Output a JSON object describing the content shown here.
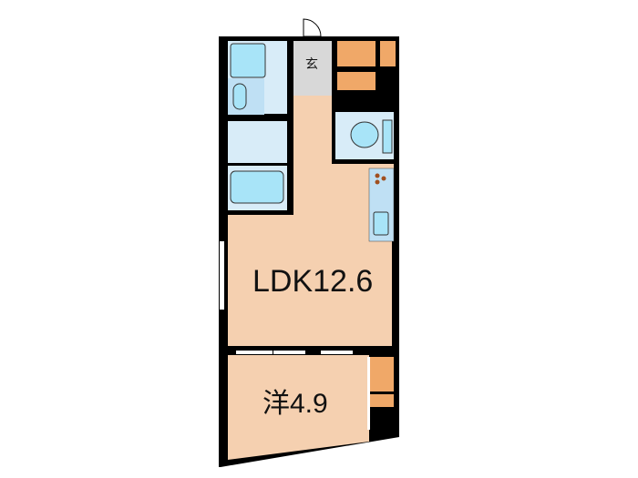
{
  "floorplan": {
    "type": "1LDK apartment floor plan",
    "rooms": [
      {
        "id": "ldk",
        "label": "LDK12.6"
      },
      {
        "id": "western",
        "label": "洋4.9"
      },
      {
        "id": "entrance",
        "label": "玄"
      }
    ],
    "colors": {
      "wall": "#000000",
      "floor": "#f5d0b0",
      "wet_area": "#d8ecf8",
      "fixture": "#a8e4f8",
      "storage": "#f0a868",
      "entrance": "#d8d8d8",
      "window": "#ffffff"
    }
  }
}
